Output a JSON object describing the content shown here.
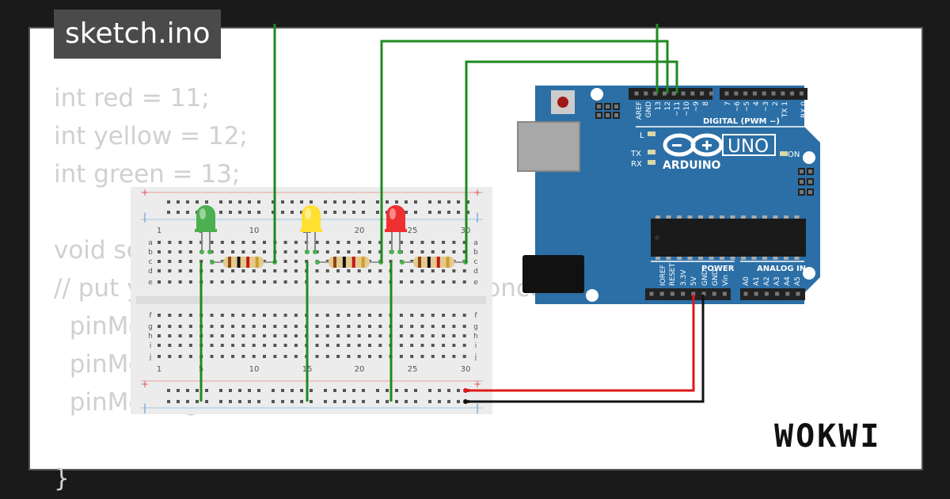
{
  "title": "sketch.ino",
  "code_lines": [
    "int red = 11;",
    "int yellow = 12;",
    "int green = 13;",
    "",
    "void setup() {",
    "// put your setup code here, to run once:",
    "  pinMode(red, OUTPUT);",
    "  pinMode(yellow, OUTPUT);",
    "  pinMode(green, OUTPUT);",
    "",
    "}"
  ],
  "breadboard": {
    "plus_sign": "+",
    "minus_sign": "|",
    "row_letters_top": [
      "a",
      "b",
      "c",
      "d",
      "e"
    ],
    "row_letters_bottom": [
      "f",
      "g",
      "h",
      "i",
      "j"
    ],
    "column_numbers": [
      "1",
      "5",
      "10",
      "15",
      "20",
      "25",
      "30"
    ]
  },
  "arduino": {
    "model": "UNO",
    "brand": "ARDUINO",
    "digital_label": "DIGITAL (PWM ~)",
    "power_label": "POWER",
    "analog_label": "ANALOG IN",
    "on_label": "ON",
    "l_label": "L",
    "tx_label": "TX",
    "rx_label": "RX",
    "digital_pins": [
      "AREF",
      "GND",
      "13",
      "12",
      "~11",
      "~10",
      "~9",
      "8",
      "7",
      "~6",
      "~5",
      "4",
      "~3",
      "2",
      "TX 1",
      "RX 0"
    ],
    "power_pins": [
      "IOREF",
      "RESET",
      "3.3V",
      "5V",
      "GND",
      "GND",
      "Vin"
    ],
    "analog_pins": [
      "A0",
      "A1",
      "A2",
      "A3",
      "A4",
      "A5"
    ]
  },
  "leds": [
    {
      "name": "green",
      "color": "#4caf50"
    },
    {
      "name": "yellow",
      "color": "#ffe033"
    },
    {
      "name": "red",
      "color": "#f03030"
    }
  ],
  "wire_colors": {
    "signal": "#1e8a1e",
    "power": "#e01818",
    "ground": "#111111"
  },
  "brand_logo": "WOKWI",
  "colors": {
    "board": "#2b6fa6",
    "breadboard": "#ececec"
  }
}
